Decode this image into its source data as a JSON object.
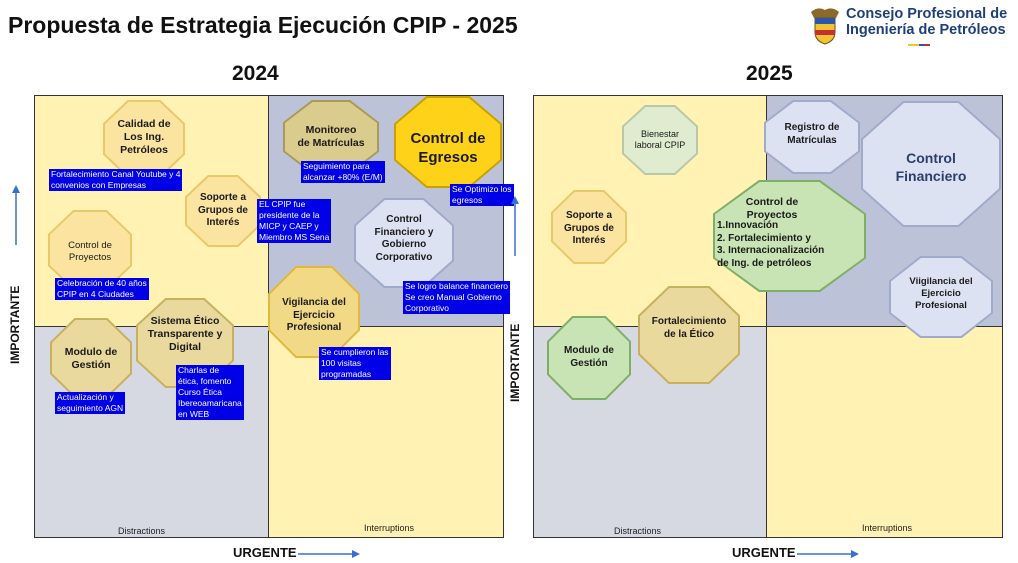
{
  "title": "Propuesta de Estrategia Ejecución CPIP - 2025",
  "logo": {
    "line1": "Consejo Profesional de",
    "line2": "Ingeniería de Petróleos"
  },
  "left": {
    "year": "2024",
    "quadrant_labels": {
      "bottom_left": "Distractions",
      "bottom_right": "Interruptions"
    },
    "y_axis": "IMPORTANTE",
    "x_axis": "URGENTE",
    "shapes": {
      "calidad": "Calidad de\nLos Ing.\nPetróleos",
      "monitoreo": "Monitoreo\nde Matrículas",
      "control_egresos": "Control de\nEgresos",
      "soporte": "Soporte a\nGrupos de\nInterés",
      "control_financiero": "Control\nFinanciero y\nGobierno\nCorporativo",
      "control_proyectos": "Control de\nProyectos",
      "vigilancia": "Vigilancia del\nEjercicio\nProfesional",
      "sistema_etico": "Sistema Ético\nTransparente y\nDigital",
      "modulo": "Modulo de\nGestión"
    },
    "notes": {
      "fortalecimiento": "Fortalecimiento Canal Youtube y 4\nconvenios con Empresas",
      "seguimiento": "Seguimiento para\nalcanzar  +80% (E/M)",
      "optimizo": "Se  Optimizo los\negresos",
      "cpip_presidente": "EL CPIP fue\npresidente de la\nMICP y CAEP y\nMiembro MS Sena",
      "celebracion": "Celebración de 40 años\nCPIP en 4 Ciudades",
      "balance": "Se logro balance financiero\nSe creo Manual Gobierno\nCorporativo",
      "visitas": "Se cumplieron las\n100 visitas\nprogramadas",
      "charlas": "Charlas de\nética, fomento\nCurso Ética\nIbereoamaricana\nen WEB",
      "actualizacion": "Actualización y\nseguimiento AGN"
    }
  },
  "right": {
    "year": "2025",
    "quadrant_labels": {
      "bottom_left": "Distractions",
      "bottom_right": "Interruptions"
    },
    "y_axis": "IMPORTANTE",
    "x_axis": "URGENTE",
    "shapes": {
      "bienestar": "Bienestar\nlaboral CPIP",
      "registro": "Registro de\nMatrículas",
      "control_financiero": "Control\nFinanciero",
      "soporte": "Soporte a\nGrupos de\nInterés",
      "control_proyectos_title": "Control de\nProyectos",
      "control_proyectos_items": "1.Innovación\n2. Fortalecimiento y\n3. Internacionalización\nde Ing. de petróleos",
      "vigilancia": "Viigilancia del\nEjercicio\nProfesional",
      "modulo": "Modulo de\nGestión",
      "fortalecimiento_etico": "Fortalecimiento\nde la  Ético"
    }
  },
  "colors": {
    "yellow": "#fff2b3",
    "blue": "#bcc3d9",
    "grey": "#d6d9e2",
    "note": "#0000e6",
    "gold": "#ffd21a"
  }
}
